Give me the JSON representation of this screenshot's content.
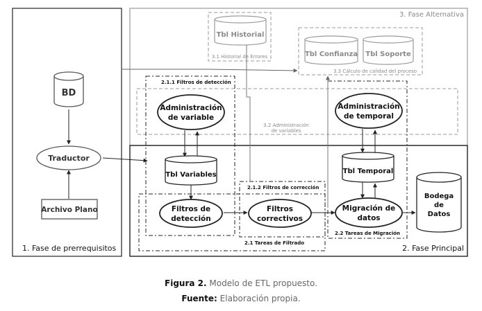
{
  "phases": {
    "prereq": "1. Fase de prerrequisitos",
    "alternative": "3. Fase Alternativa",
    "principal": "2. Fase Principal"
  },
  "nodes": {
    "bd": "BD",
    "traductor": "Traductor",
    "archivo_plano": "Archivo Plano",
    "tbl_historial": "Tbl Historial",
    "tbl_confianza": "Tbl Confianza",
    "tbl_soporte": "Tbl Soporte",
    "admin_variable": [
      "Administración",
      "de variable"
    ],
    "admin_temporal": [
      "Administración",
      "de temporal"
    ],
    "tbl_variables": "Tbl Variables",
    "tbl_temporal": "Tbl Temporal",
    "filtros_deteccion": [
      "Filtros de",
      "detección"
    ],
    "filtros_correctivos": [
      "Filtros",
      "correctivos"
    ],
    "migracion": [
      "Migración de",
      "datos"
    ],
    "bodega": [
      "Bodega",
      "de",
      "Datos"
    ]
  },
  "groups": {
    "historial_errores": "3.1 Historial de Errores",
    "calculo_calidad": "3.3 Cálculo de calidad del proceso",
    "admin_variables": [
      "3.2 Administración",
      "de variables"
    ],
    "filtros_deteccion": "2.1.1 Filtros de detección",
    "filtros_correccion": "2.1.2 Filtros de corrección",
    "tareas_filtrado": "2.1 Tareas de Filtrado",
    "tareas_migracion": "2.2 Tareas de Migración"
  },
  "caption": {
    "figure_label": "Figura 2.",
    "figure_text": "Modelo de ETL propuesto.",
    "source_label": "Fuente:",
    "source_text": "Elaboración propia."
  }
}
